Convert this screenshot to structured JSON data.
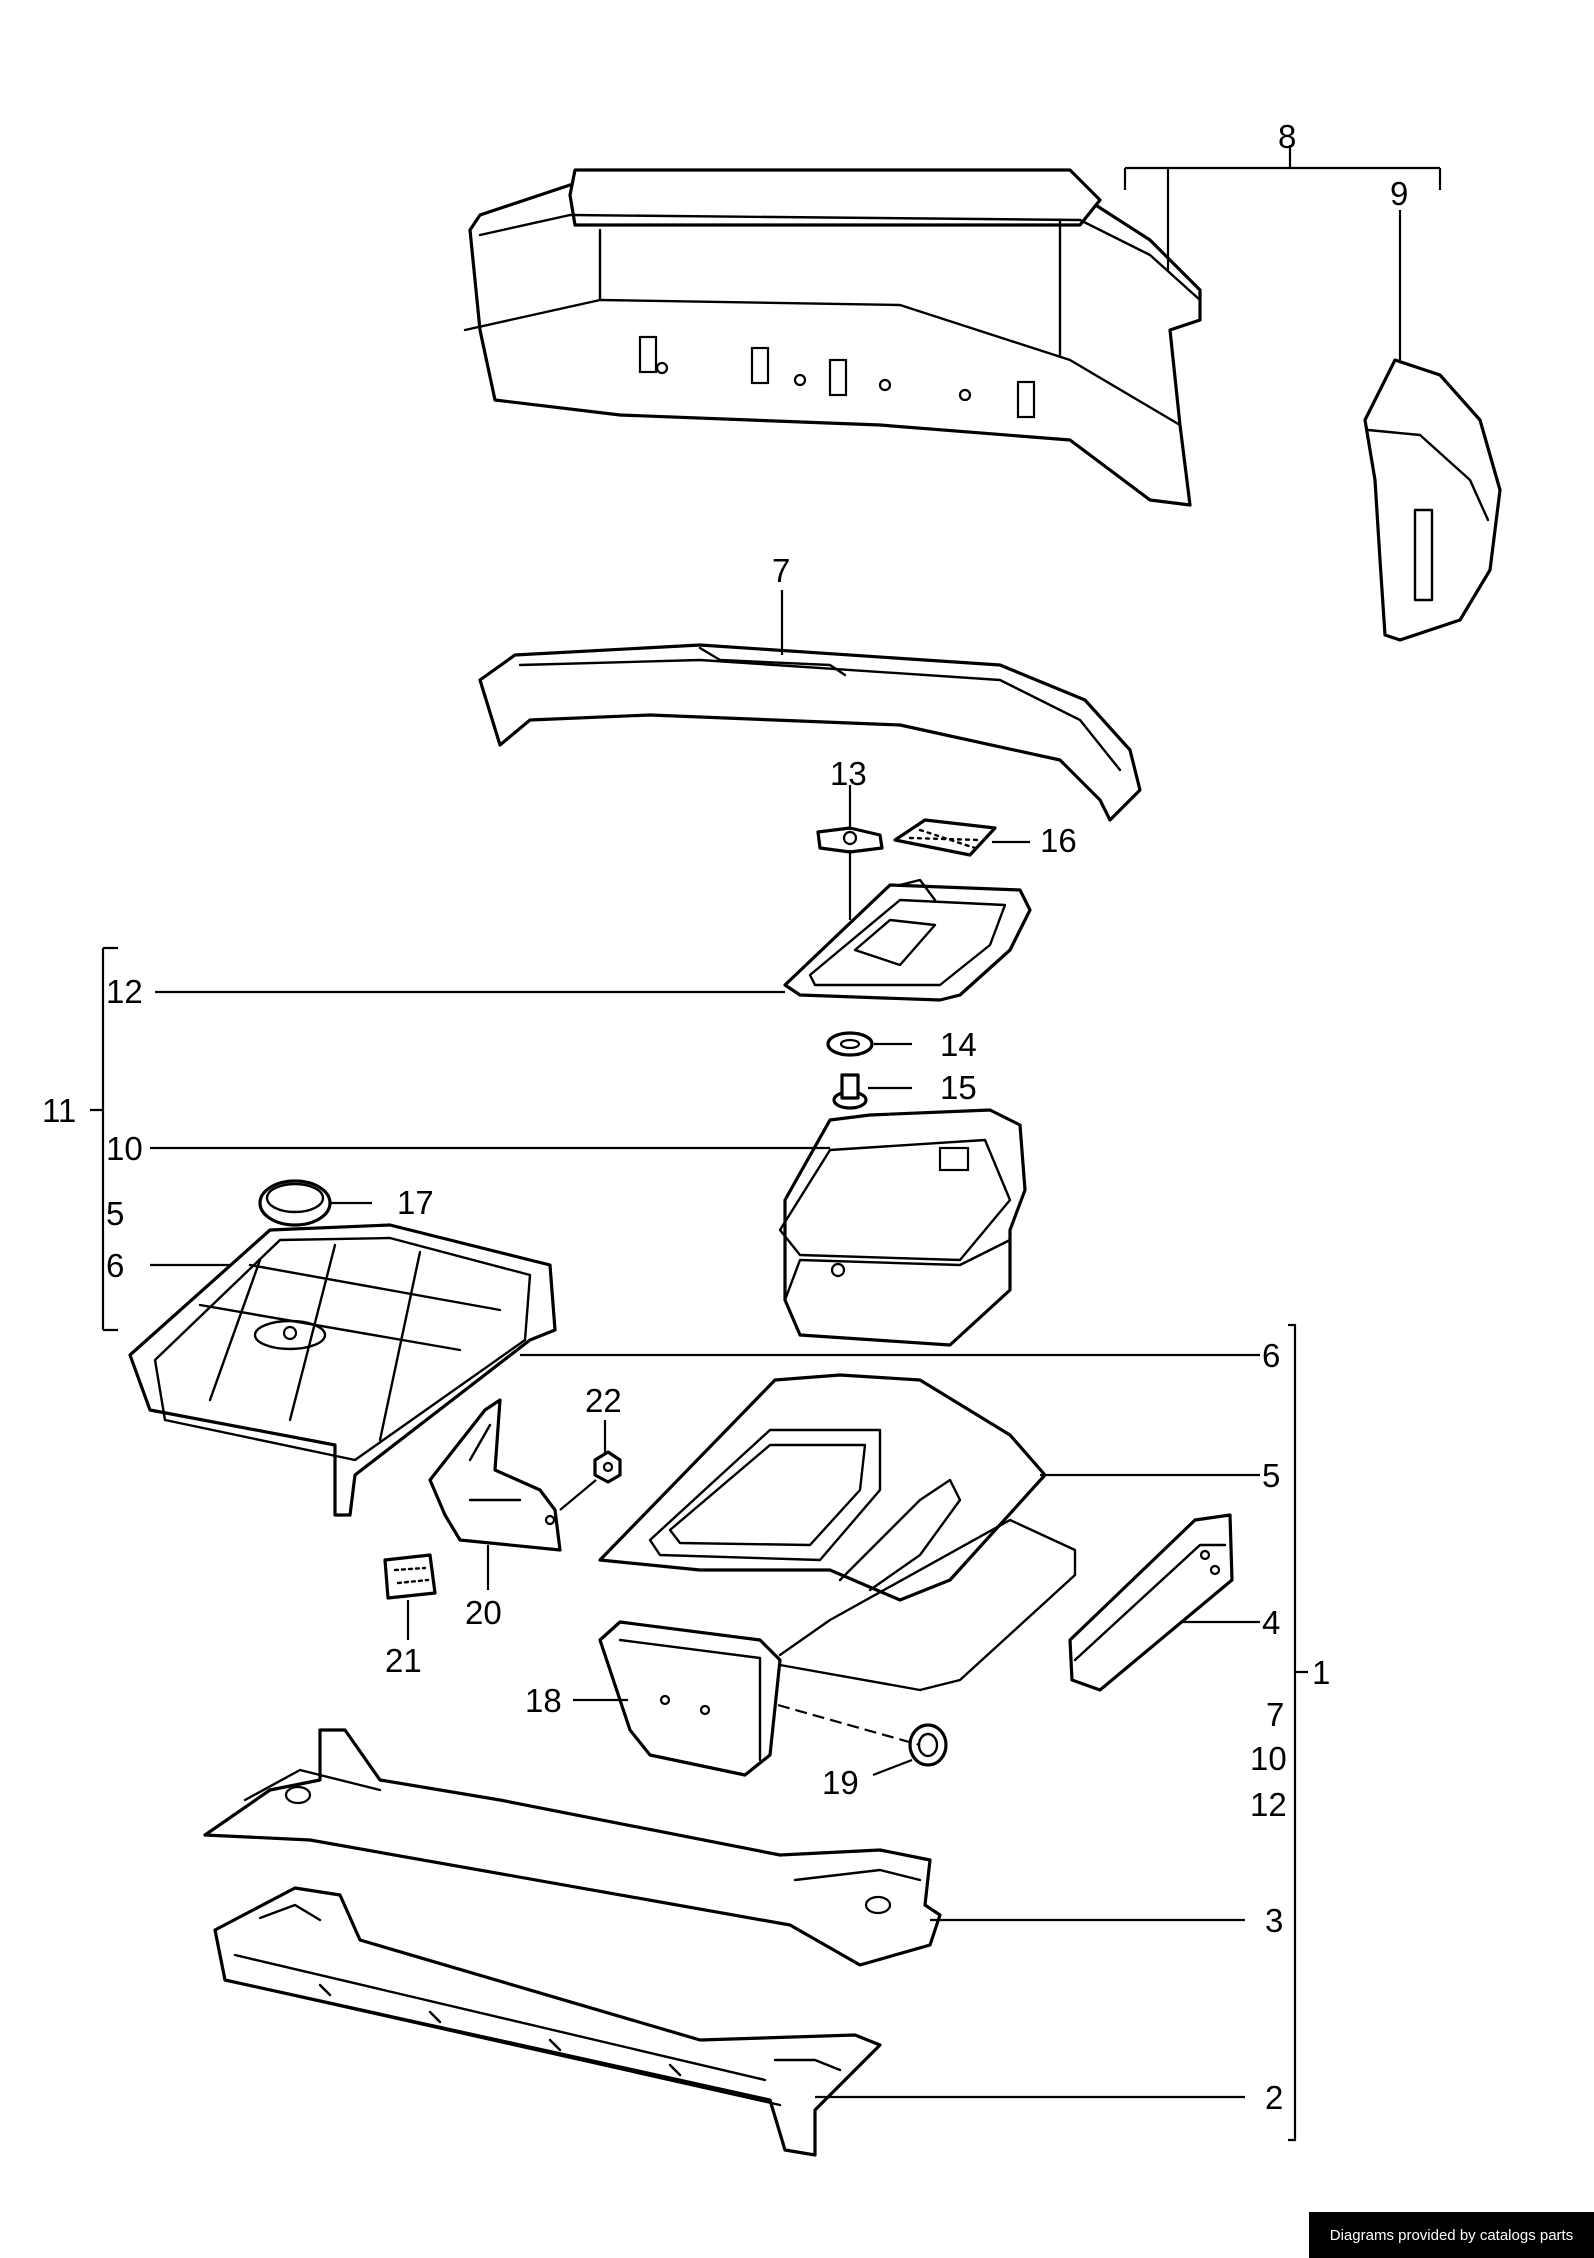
{
  "callouts": {
    "c1": "1",
    "c2": "2",
    "c3": "3",
    "c4": "4",
    "c5a": "5",
    "c5b": "5",
    "c6a": "6",
    "c6b": "6",
    "c7a": "7",
    "c7b": "7",
    "c8": "8",
    "c9": "9",
    "c10a": "10",
    "c10b": "10",
    "c11": "11",
    "c12a": "12",
    "c12b": "12",
    "c13": "13",
    "c14": "14",
    "c15": "15",
    "c16": "16",
    "c17": "17",
    "c18": "18",
    "c19": "19",
    "c20": "20",
    "c21": "21",
    "c22": "22"
  },
  "footer": {
    "credit": "Diagrams provided by catalogs parts"
  },
  "colors": {
    "ink": "#000000",
    "paper": "#ffffff"
  }
}
